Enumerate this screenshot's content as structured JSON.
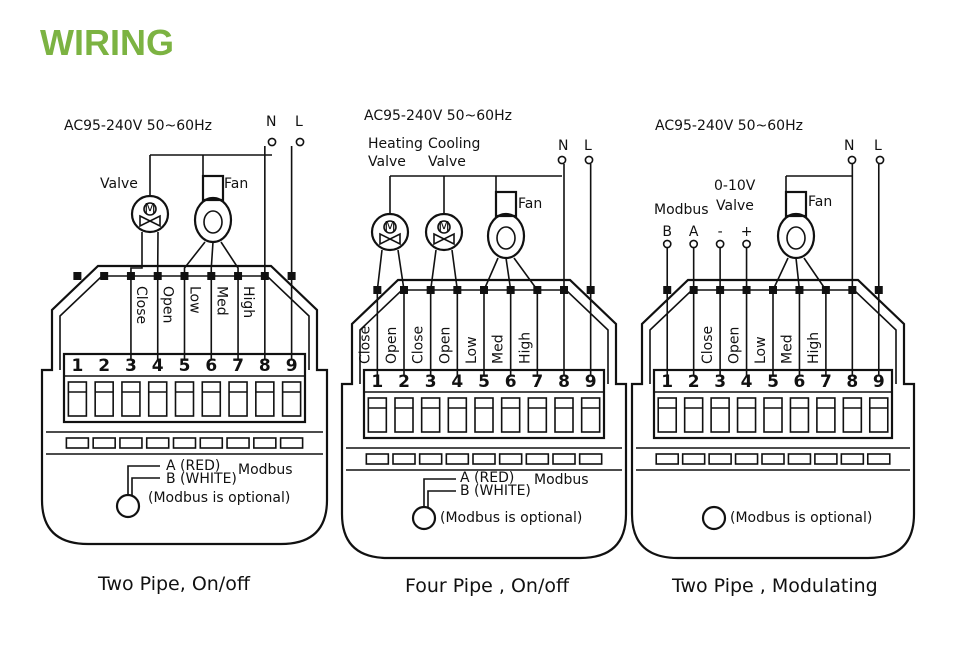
{
  "header": {
    "title": "WIRING",
    "title_color": "#7cb342"
  },
  "terminal_numbers": [
    "1",
    "2",
    "3",
    "4",
    "5",
    "6",
    "7",
    "8",
    "9"
  ],
  "diagrams": [
    {
      "id": "two-pipe-onoff",
      "power": "AC95-240V  50~60Hz",
      "n": "N",
      "l": "L",
      "valve": "Valve",
      "fan": "Fan",
      "motor": "M",
      "terminal_labels": [
        "Close",
        "Open",
        "Low",
        "Med",
        "High"
      ],
      "modbus_a": "A (RED)",
      "modbus_b": "B (WHITE)",
      "modbus": "Modbus",
      "modbus_note": "(Modbus is optional)",
      "caption": "Two Pipe, On/off"
    },
    {
      "id": "four-pipe-onoff",
      "power": "AC95-240V  50~60Hz",
      "n": "N",
      "l": "L",
      "heating_1": "Heating",
      "heating_2": "Valve",
      "cooling_1": "Cooling",
      "cooling_2": "Valve",
      "fan": "Fan",
      "motor": "M",
      "terminal_labels": [
        "Close",
        "Open",
        "Close",
        "Open",
        "Low",
        "Med",
        "High"
      ],
      "modbus_a": "A (RED)",
      "modbus_b": "B (WHITE)",
      "modbus": "Modbus",
      "modbus_note": "(Modbus is optional)",
      "caption": "Four Pipe , On/off"
    },
    {
      "id": "two-pipe-modulating",
      "power": "AC95-240V  50~60Hz",
      "n": "N",
      "l": "L",
      "modbus_title": "Modbus",
      "valve_1": "0-10V",
      "valve_2": "Valve",
      "fan": "Fan",
      "wire_labels": [
        "B",
        "A",
        "-",
        "+"
      ],
      "terminal_labels": [
        "Close",
        "Open",
        "Low",
        "Med",
        "High"
      ],
      "modbus_note": "(Modbus is optional)",
      "caption": "Two Pipe , Modulating"
    }
  ]
}
